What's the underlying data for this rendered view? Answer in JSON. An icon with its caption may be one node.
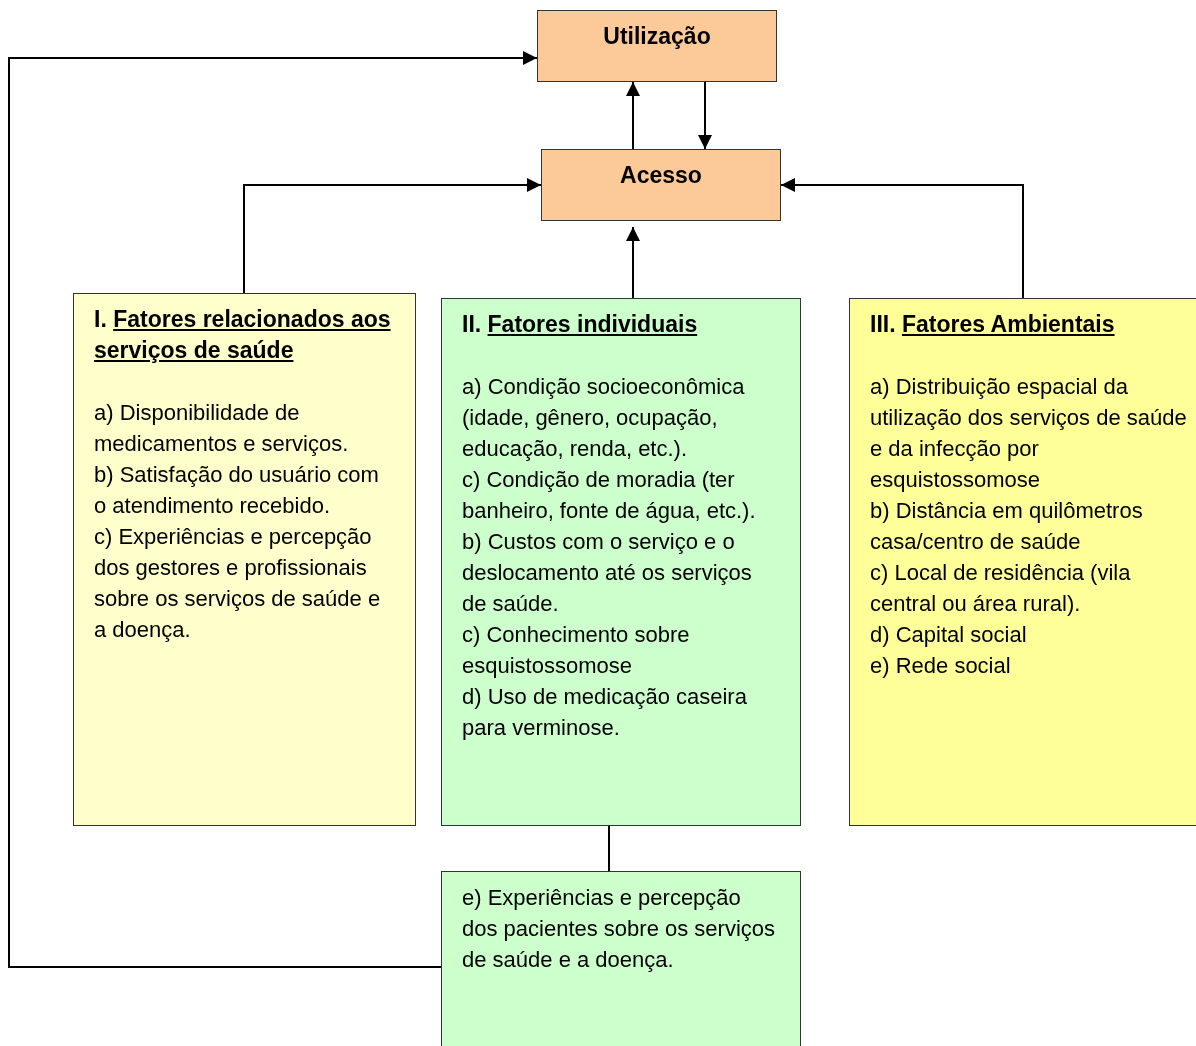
{
  "diagram": {
    "nodes": [
      {
        "text": [
          "Utilização"
        ]
      },
      {
        "text": [
          "Acesso"
        ]
      },
      {
        "text": [
          "I. Fatores relacionados aos serviços de saúde",
          "a) Disponibilidade de medicamentos e serviços.",
          "b) Satisfação do usuário com o atendimento recebido.",
          "c) Experiências e percepção dos gestores e profissionais sobre os serviços de saúde e a doença."
        ]
      },
      {
        "text": [
          "II. Fatores individuais",
          "a) Condição socioeconômica (idade, gênero, ocupação, educação, renda, etc.).",
          "c) Condição de moradia (ter banheiro, fonte de água, etc.).",
          "b) Custos com o serviço e o deslocamento até os serviços de saúde.",
          "c) Conhecimento sobre esquistossomose",
          "d) Uso de medicação caseira para verminose."
        ]
      },
      {
        "text": [
          "III. Fatores Ambientais",
          "a) Distribuição espacial da utilização dos serviços de saúde e da infecção por esquistossomose",
          "b) Distância em quilômetros casa/centro de saúde",
          "c) Local de residência (vila central ou área rural).",
          "d) Capital social",
          "e) Rede social"
        ]
      },
      {
        "text": [
          "e) Experiências e percepção dos pacientes sobre os serviços de saúde e a doença."
        ]
      }
    ],
    "edges": [
      {
        "from": 1,
        "to": 0,
        "arrow": "to"
      },
      {
        "from": 0,
        "to": 1,
        "arrow": "to"
      },
      {
        "from": 2,
        "to": 1,
        "arrow": "to"
      },
      {
        "from": 3,
        "to": 1,
        "arrow": "to"
      },
      {
        "from": 4,
        "to": 1,
        "arrow": "to"
      },
      {
        "from": 3,
        "to": 5,
        "arrow": "none"
      },
      {
        "from": 5,
        "to": 0,
        "arrow": "to"
      }
    ]
  }
}
